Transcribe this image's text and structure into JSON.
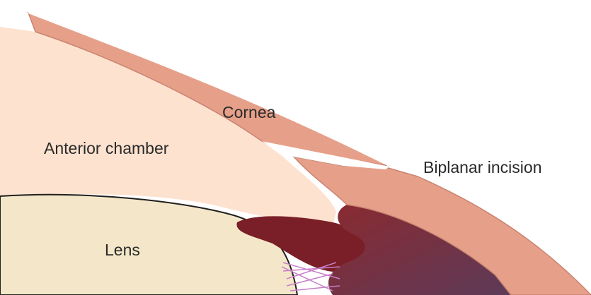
{
  "labels": {
    "cornea": "Cornea",
    "anterior_chamber": "Anterior chamber",
    "biplanar_incision": "Biplanar incision",
    "lens": "Lens"
  },
  "colors": {
    "background": "#ffffff",
    "cornea_outer": "#e6a089",
    "cornea_border": "#c98470",
    "anterior_chamber": "#fde2cf",
    "lens": "#f4e7c9",
    "iris_dark": "#7a1f27",
    "ciliary_body": "#6e3a4c",
    "zonules": "#c77fc9",
    "label_text": "#2a2a2a"
  }
}
